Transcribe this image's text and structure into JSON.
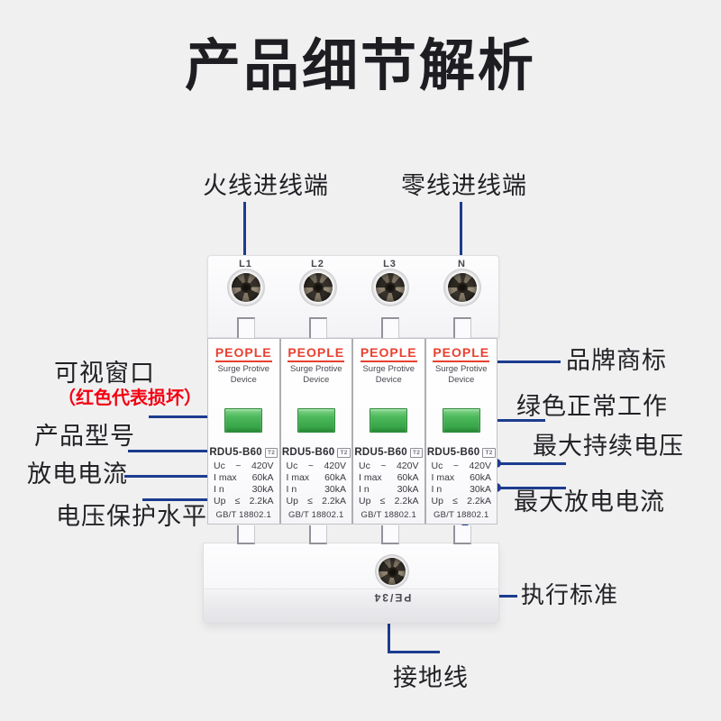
{
  "page": {
    "title": "产品细节解析"
  },
  "colors": {
    "background": "#f0f0f1",
    "annotation_blue": "#1c3c8f",
    "brand_red": "#e8402f",
    "warning_red": "#f30010",
    "window_green": "#3fae4e"
  },
  "annotations": {
    "live_terminal": "火线进线端",
    "neutral_terminal": "零线进线端",
    "window": "可视窗口",
    "window_note": "（红色代表损坏）",
    "model": "产品型号",
    "discharge_current": "放电电流",
    "protection_level": "电压保护水平",
    "brand": "品牌商标",
    "green_ok": "绿色正常工作",
    "max_voltage": "最大持续电压",
    "max_discharge": "最大放电电流",
    "standard": "执行标准",
    "ground": "接地线"
  },
  "device": {
    "terminals": [
      {
        "label": "L1"
      },
      {
        "label": "L2"
      },
      {
        "label": "L3"
      },
      {
        "label": "N"
      }
    ],
    "bottom_marking": "PE/34",
    "modules": [
      {
        "brand": "PEOPLE",
        "subtitle_line1": "Surge Protive",
        "subtitle_line2": "Device",
        "model": "RDU5-B60",
        "model_badge": "T2",
        "specs": [
          {
            "k": "Uc",
            "mid": "~",
            "v": "420V"
          },
          {
            "k": "I max",
            "mid": "",
            "v": "60kA"
          },
          {
            "k": "I n",
            "mid": "",
            "v": "30kA"
          },
          {
            "k": "Up",
            "mid": "≤",
            "v": "2.2kA"
          }
        ],
        "standard": "GB/T 18802.1"
      },
      {
        "brand": "PEOPLE",
        "subtitle_line1": "Surge Protive",
        "subtitle_line2": "Device",
        "model": "RDU5-B60",
        "model_badge": "T2",
        "specs": [
          {
            "k": "Uc",
            "mid": "~",
            "v": "420V"
          },
          {
            "k": "I max",
            "mid": "",
            "v": "60kA"
          },
          {
            "k": "I n",
            "mid": "",
            "v": "30kA"
          },
          {
            "k": "Up",
            "mid": "≤",
            "v": "2.2kA"
          }
        ],
        "standard": "GB/T 18802.1"
      },
      {
        "brand": "PEOPLE",
        "subtitle_line1": "Surge Protive",
        "subtitle_line2": "Device",
        "model": "RDU5-B60",
        "model_badge": "T2",
        "specs": [
          {
            "k": "Uc",
            "mid": "~",
            "v": "420V"
          },
          {
            "k": "I max",
            "mid": "",
            "v": "60kA"
          },
          {
            "k": "I n",
            "mid": "",
            "v": "30kA"
          },
          {
            "k": "Up",
            "mid": "≤",
            "v": "2.2kA"
          }
        ],
        "standard": "GB/T 18802.1"
      },
      {
        "brand": "PEOPLE",
        "subtitle_line1": "Surge Protive",
        "subtitle_line2": "Device",
        "model": "RDU5-B60",
        "model_badge": "T2",
        "specs": [
          {
            "k": "Uc",
            "mid": "~",
            "v": "420V"
          },
          {
            "k": "I max",
            "mid": "",
            "v": "60kA"
          },
          {
            "k": "I n",
            "mid": "",
            "v": "30kA"
          },
          {
            "k": "Up",
            "mid": "≤",
            "v": "2.2kA"
          }
        ],
        "standard": "GB/T 18802.1"
      }
    ]
  }
}
